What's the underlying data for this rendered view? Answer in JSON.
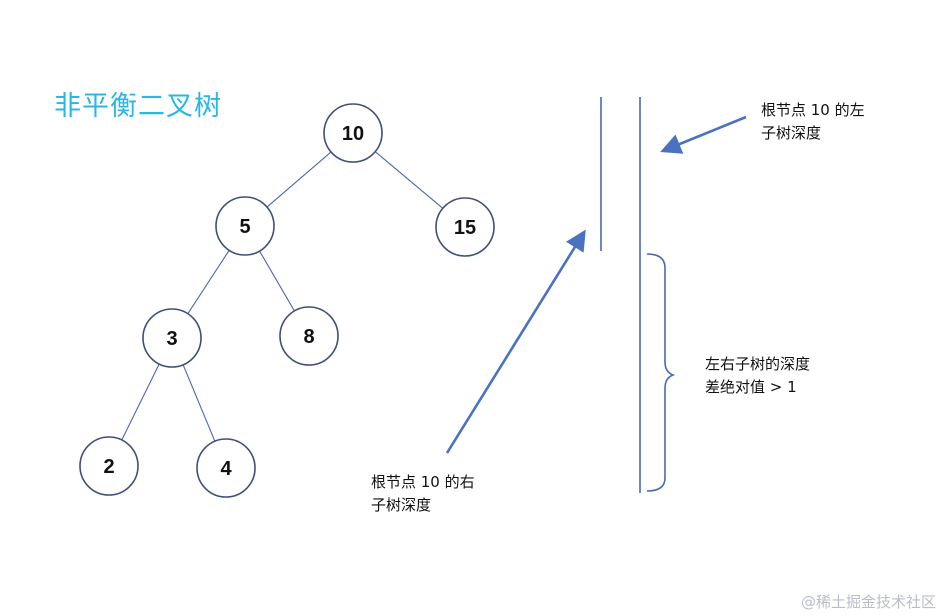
{
  "title": "非平衡二叉树",
  "colors": {
    "title": "#29b8e6",
    "edge": "#4a69b3",
    "arrow": "#4a72c0",
    "node_border": "#3f4f7a"
  },
  "tree": {
    "nodes": [
      {
        "id": "n10",
        "label": "10"
      },
      {
        "id": "n5",
        "label": "5"
      },
      {
        "id": "n15",
        "label": "15"
      },
      {
        "id": "n3",
        "label": "3"
      },
      {
        "id": "n8",
        "label": "8"
      },
      {
        "id": "n2",
        "label": "2"
      },
      {
        "id": "n4",
        "label": "4"
      }
    ],
    "edges": [
      {
        "from": "n10",
        "to": "n5"
      },
      {
        "from": "n10",
        "to": "n15"
      },
      {
        "from": "n5",
        "to": "n3"
      },
      {
        "from": "n5",
        "to": "n8"
      },
      {
        "from": "n3",
        "to": "n2"
      },
      {
        "from": "n3",
        "to": "n4"
      }
    ]
  },
  "annotations": {
    "left_depth": {
      "line1": "根节点 10 的左",
      "line2": "子树深度"
    },
    "right_depth": {
      "line1": "根节点 10 的右",
      "line2": "子树深度"
    },
    "difference": {
      "line1": "左右子树的深度",
      "line2": "差绝对值 > 1"
    }
  },
  "watermark": "@稀土掘金技术社区"
}
